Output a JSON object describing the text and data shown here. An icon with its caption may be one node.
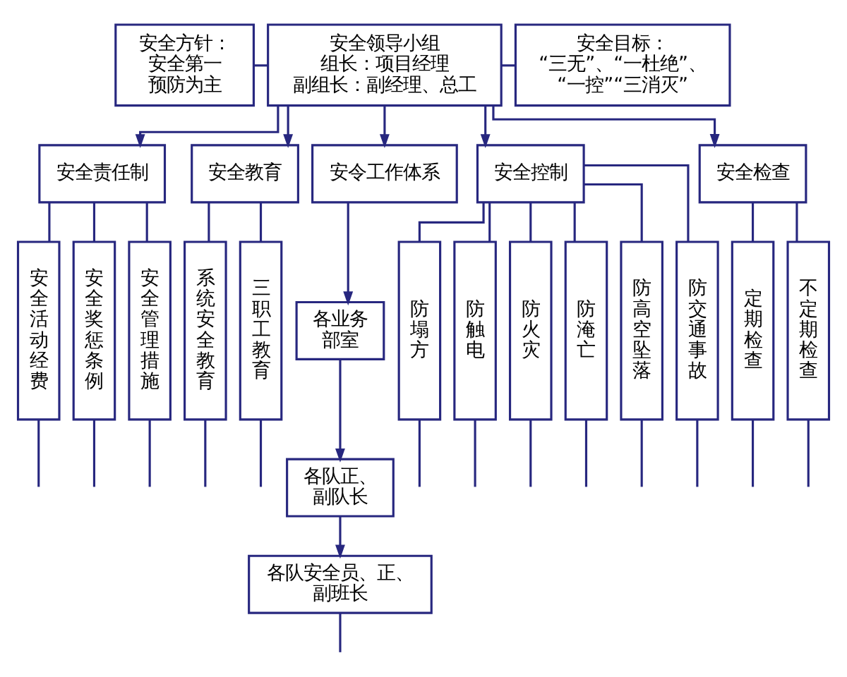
{
  "diagram": {
    "nodes": [
      {
        "text": [
          "安全方针：",
          "安全第一",
          "预防为主"
        ]
      },
      {
        "text": [
          "安全领导小组",
          "组长：项目经理",
          "副组长：副经理、总工"
        ]
      },
      {
        "text": [
          "安全目标：",
          "“三无”、“一杜绝”、",
          "“一控”“三消灭”"
        ]
      },
      {
        "text": [
          "安全责任制"
        ]
      },
      {
        "text": [
          "安全教育"
        ]
      },
      {
        "text": [
          "安令工作体系"
        ]
      },
      {
        "text": [
          "安全控制"
        ]
      },
      {
        "text": [
          "安全检查"
        ]
      },
      {
        "text": [
          "安全活动经费"
        ]
      },
      {
        "text": [
          "安全奖惩条例"
        ]
      },
      {
        "text": [
          "安全管理措施"
        ]
      },
      {
        "text": [
          "系统安全教育"
        ]
      },
      {
        "text": [
          "三职工教育"
        ]
      },
      {
        "text": [
          "各业务部室"
        ]
      },
      {
        "text": [
          "防塌方"
        ]
      },
      {
        "text": [
          "防触电"
        ]
      },
      {
        "text": [
          "防火灾"
        ]
      },
      {
        "text": [
          "防淹亡"
        ]
      },
      {
        "text": [
          "防高空坠落"
        ]
      },
      {
        "text": [
          "防交通事故"
        ]
      },
      {
        "text": [
          "定期检查"
        ]
      },
      {
        "text": [
          "不定期检查"
        ]
      },
      {
        "text": [
          "各队正、副队长"
        ]
      },
      {
        "text": [
          "各队安全员、正、副班长"
        ]
      }
    ],
    "edges": [
      {
        "from": 0,
        "to": 1,
        "arrow": "none"
      },
      {
        "from": 1,
        "to": 2,
        "arrow": "none"
      },
      {
        "from": 1,
        "to": 3,
        "arrow": "to"
      },
      {
        "from": 1,
        "to": 4,
        "arrow": "to"
      },
      {
        "from": 1,
        "to": 5,
        "arrow": "to"
      },
      {
        "from": 1,
        "to": 6,
        "arrow": "to"
      },
      {
        "from": 1,
        "to": 7,
        "arrow": "to"
      },
      {
        "from": 3,
        "to": 8,
        "arrow": "none"
      },
      {
        "from": 3,
        "to": 9,
        "arrow": "none"
      },
      {
        "from": 3,
        "to": 10,
        "arrow": "none"
      },
      {
        "from": 4,
        "to": 11,
        "arrow": "none"
      },
      {
        "from": 4,
        "to": 12,
        "arrow": "none"
      },
      {
        "from": 5,
        "to": 13,
        "arrow": "to"
      },
      {
        "from": 13,
        "to": 22,
        "arrow": "to"
      },
      {
        "from": 22,
        "to": 23,
        "arrow": "to"
      },
      {
        "from": 6,
        "to": 14,
        "arrow": "none"
      },
      {
        "from": 6,
        "to": 15,
        "arrow": "none"
      },
      {
        "from": 6,
        "to": 16,
        "arrow": "none"
      },
      {
        "from": 6,
        "to": 17,
        "arrow": "none"
      },
      {
        "from": 6,
        "to": 18,
        "arrow": "none"
      },
      {
        "from": 6,
        "to": 19,
        "arrow": "none"
      },
      {
        "from": 7,
        "to": 20,
        "arrow": "none"
      },
      {
        "from": 7,
        "to": 21,
        "arrow": "none"
      },
      {
        "from": 8,
        "to": null,
        "arrow": "none"
      },
      {
        "from": 9,
        "to": null,
        "arrow": "none"
      },
      {
        "from": 10,
        "to": null,
        "arrow": "none"
      },
      {
        "from": 11,
        "to": null,
        "arrow": "none"
      },
      {
        "from": 12,
        "to": null,
        "arrow": "none"
      },
      {
        "from": 23,
        "to": null,
        "arrow": "none"
      },
      {
        "from": 14,
        "to": null,
        "arrow": "none"
      },
      {
        "from": 15,
        "to": null,
        "arrow": "none"
      },
      {
        "from": 16,
        "to": null,
        "arrow": "none"
      },
      {
        "from": 17,
        "to": null,
        "arrow": "none"
      },
      {
        "from": 18,
        "to": null,
        "arrow": "none"
      },
      {
        "from": 19,
        "to": null,
        "arrow": "none"
      },
      {
        "from": 20,
        "to": null,
        "arrow": "none"
      },
      {
        "from": 21,
        "to": null,
        "arrow": "none"
      }
    ]
  }
}
